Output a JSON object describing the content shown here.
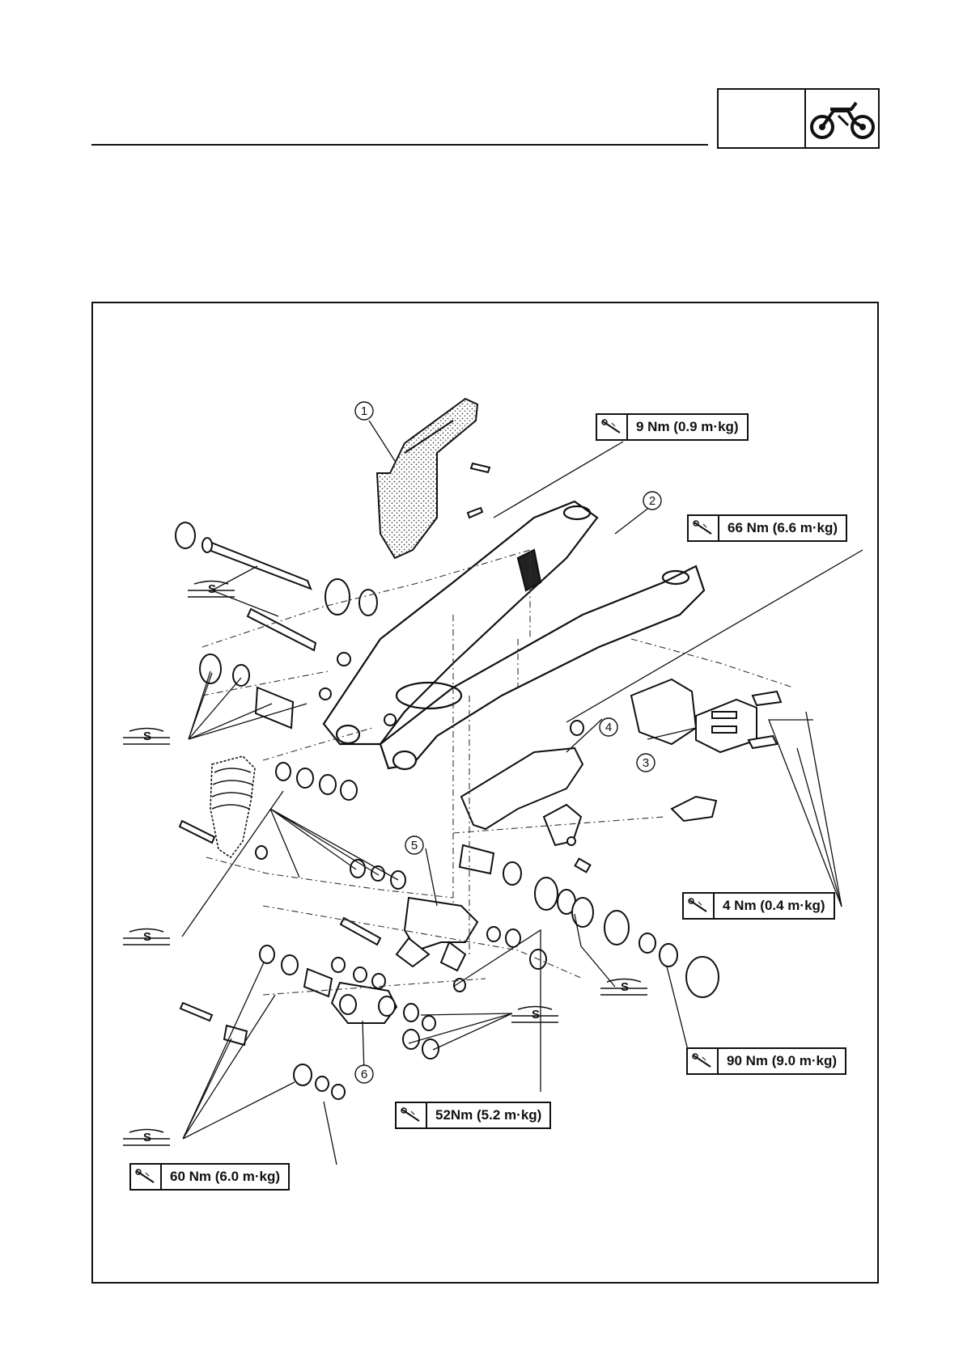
{
  "header": {
    "icons": [
      "blank-box",
      "motorcycle-icon"
    ]
  },
  "diagram": {
    "callouts": [
      "1",
      "2",
      "3",
      "4",
      "5",
      "6"
    ],
    "torque_specs": [
      {
        "id": "t1",
        "value": "9 Nm (0.9 m·kg)"
      },
      {
        "id": "t2",
        "value": "66 Nm (6.6 m·kg)"
      },
      {
        "id": "t3",
        "value": "4 Nm (0.4 m·kg)"
      },
      {
        "id": "t4",
        "value": "90 Nm (9.0 m·kg)"
      },
      {
        "id": "t5",
        "value": "52Nm (5.2 m·kg)"
      },
      {
        "id": "t6",
        "value": "60 Nm (6.0 m·kg)"
      }
    ],
    "grease_symbol_letter": "S"
  }
}
